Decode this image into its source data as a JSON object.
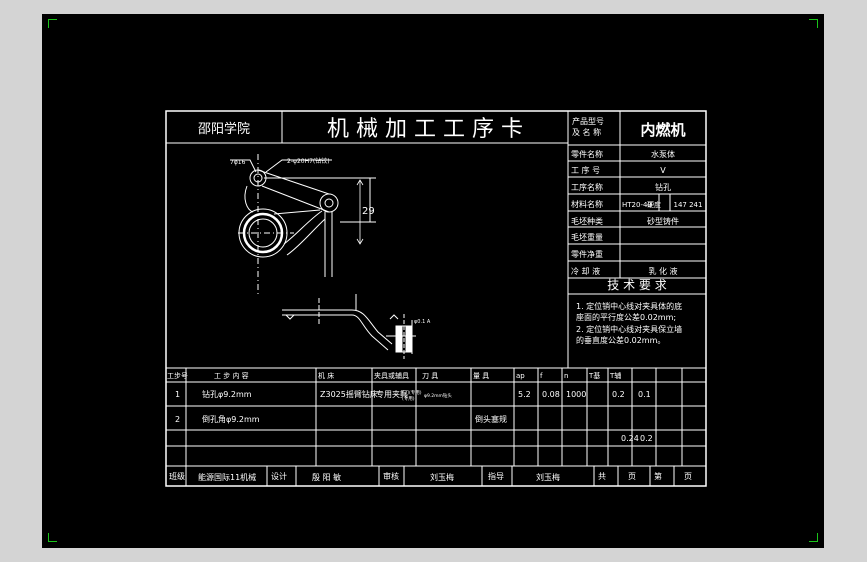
{
  "colors": {
    "background": "#000000",
    "frame": "#d4d4d4",
    "line": "#ffffff",
    "viewport_corner": "#19c419"
  },
  "header": {
    "school": "邵阳学院",
    "title": "机 械 加 工 工 序 卡",
    "product_label_1": "产品型号",
    "product_label_2": "及 名 称",
    "product_value": "内燃机"
  },
  "info": [
    {
      "label": "零件名称",
      "value": "水泵体"
    },
    {
      "label": "工 序 号",
      "value": "V"
    },
    {
      "label": "工序名称",
      "value": "钻孔"
    },
    {
      "label": "材料名称",
      "value": "HT20-40",
      "sub_label": "硬度",
      "sub_value": "147 241"
    },
    {
      "label": "毛坯种类",
      "value": "砂型铸件"
    },
    {
      "label": "毛坯重量",
      "value": ""
    },
    {
      "label": "零件净重",
      "value": ""
    },
    {
      "label": "冷 却 液",
      "value": "乳 化 液"
    }
  ],
  "tech": {
    "title": "技 术 要 求",
    "lines": [
      "1. 定位销中心线对夹具体的底",
      "   座面的平行度公差0.02mm;",
      "2. 定位销中心线对夹具保立墙",
      "   的垂直度公差0.02mm。"
    ]
  },
  "drawing": {
    "label_hole": "7φ16",
    "label_holes": "2-φ20H7(钻铰)",
    "dim_29": "29",
    "label_r": "φ0.1 A"
  },
  "ops": {
    "headers": [
      "工步号",
      "工  步  内  容",
      "机    床",
      "夹具或辅具",
      "刀    具",
      "量    具",
      "ap",
      "f",
      "n",
      "T基",
      "T辅"
    ],
    "rows": [
      [
        "1",
        "钻孔φ9.2mm",
        "Z3025摇臂钻床",
        "专用夹具",
        "φ9.2mm钻头",
        "",
        "5.2",
        "0.08",
        "1000",
        "0.2",
        "0.1"
      ],
      [
        "2",
        "倒孔角φ9.2mm",
        "",
        "",
        "",
        "倒头塞规",
        "",
        "",
        "",
        "",
        ""
      ]
    ],
    "tool_sub_1": "丝刀(专用)",
    "tool_sub_2": "(专用)",
    "totals": [
      "0.24",
      "0.2"
    ]
  },
  "footer": {
    "class_label": "班级",
    "class_value": "能源国际11机械",
    "design_label": "设计",
    "design_value": "殷 阳 敏",
    "review_label": "审核",
    "review_value": "刘玉梅",
    "guide_label": "指导",
    "guide_value": "刘玉梅",
    "total_label": "共",
    "page_unit": "页",
    "page_label": "第",
    "page_unit_2": "页"
  }
}
